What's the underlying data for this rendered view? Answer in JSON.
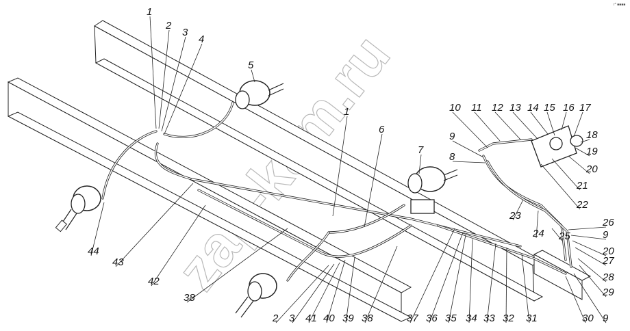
{
  "watermark": "zap-kam.ru",
  "corner_mark": "г* ■■■■",
  "callouts": [
    "1",
    "2",
    "3",
    "4",
    "5",
    "1",
    "6",
    "7",
    "8",
    "9",
    "10",
    "11",
    "12",
    "13",
    "14",
    "15",
    "16",
    "17",
    "18",
    "19",
    "20",
    "21",
    "22",
    "23",
    "24",
    "25",
    "26",
    "9",
    "20",
    "27",
    "28",
    "29",
    "9",
    "30",
    "31",
    "32",
    "33",
    "34",
    "35",
    "36",
    "37",
    "38",
    "39",
    "40",
    "41",
    "3",
    "2",
    "38",
    "42",
    "43",
    "44"
  ]
}
